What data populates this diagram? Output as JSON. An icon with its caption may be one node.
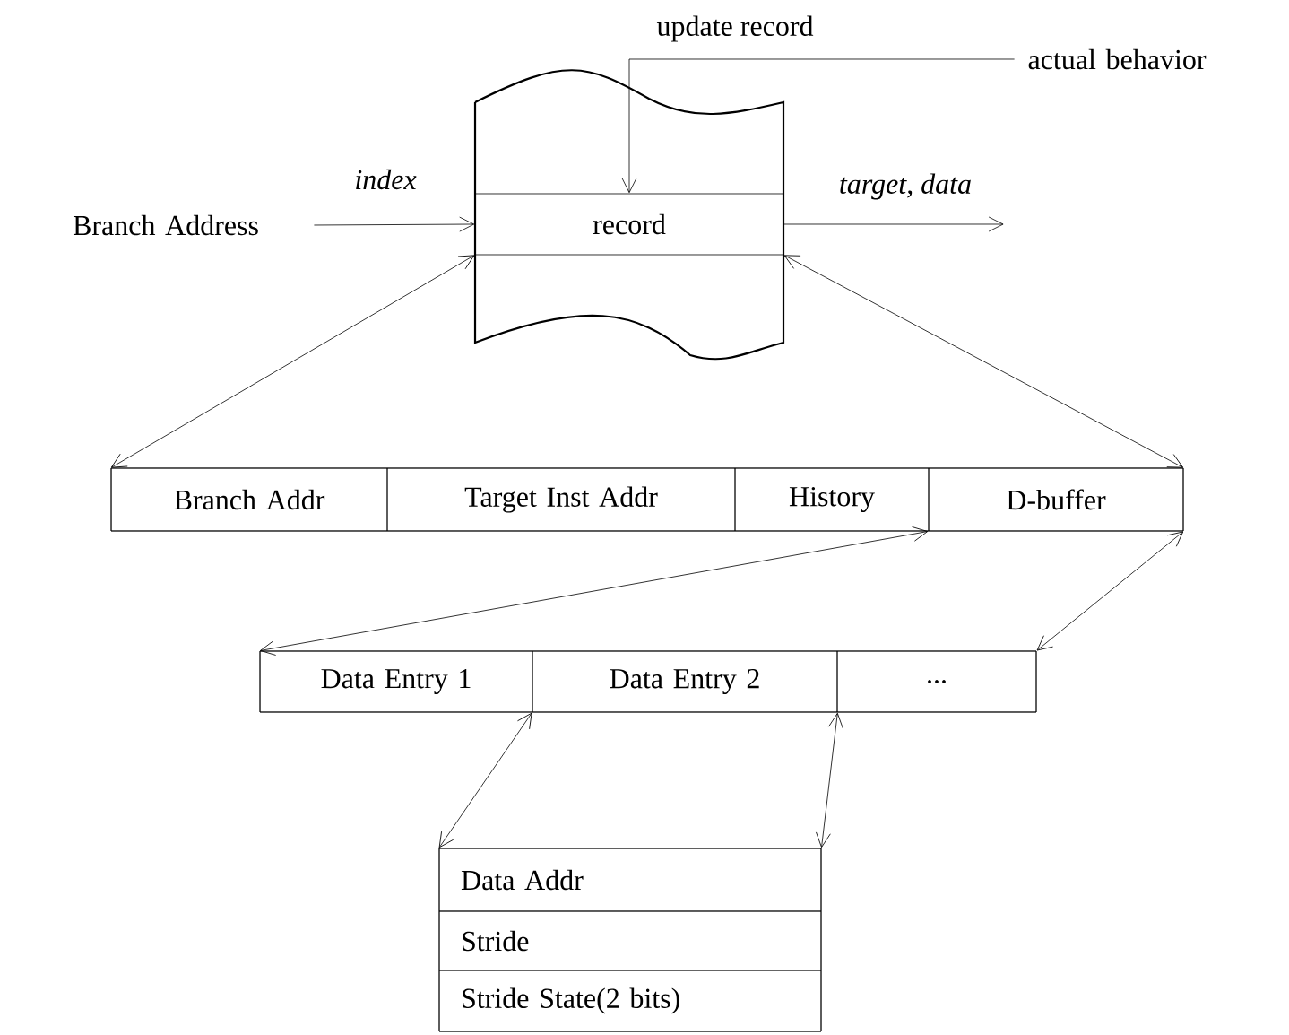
{
  "diagram": {
    "nodes": [
      {
        "text": [],
        "shape": "scroll"
      },
      {
        "text": [
          "record"
        ],
        "in": 0
      },
      {
        "text": [
          "Branch Address"
        ]
      },
      {
        "text": [
          "actual behavior"
        ]
      },
      {
        "text": [],
        "shape": "box"
      },
      {
        "text": [
          "Branch Addr"
        ],
        "in": 4
      },
      {
        "text": [
          "Target Inst Addr"
        ],
        "in": 4
      },
      {
        "text": [
          "History"
        ],
        "in": 4
      },
      {
        "text": [
          "D-buffer"
        ],
        "in": 4
      },
      {
        "text": [],
        "shape": "box"
      },
      {
        "text": [
          "Data Entry 1"
        ],
        "in": 9
      },
      {
        "text": [
          "Data Entry 2"
        ],
        "in": 9
      },
      {
        "text": [
          "..."
        ],
        "in": 9
      },
      {
        "text": [],
        "shape": "box"
      },
      {
        "text": [
          "Data Addr"
        ],
        "in": 13
      },
      {
        "text": [
          "Stride"
        ],
        "in": 13
      },
      {
        "text": [
          "Stride State(2 bits)"
        ],
        "in": 13
      }
    ],
    "edges": [
      {
        "from": 2,
        "to": 1,
        "arrow": "to",
        "label": "index"
      },
      {
        "from": 3,
        "to": 1,
        "arrow": "to",
        "label": "update record"
      },
      {
        "from": 1,
        "to": null,
        "arrow": "to",
        "label": "target, data"
      },
      {
        "from": 1,
        "to": 4,
        "arrow": "both"
      },
      {
        "from": 1,
        "to": 4,
        "arrow": "both"
      },
      {
        "from": 8,
        "to": 9,
        "arrow": "both"
      },
      {
        "from": 8,
        "to": 9,
        "arrow": "both"
      },
      {
        "from": 11,
        "to": 13,
        "arrow": "both"
      },
      {
        "from": 11,
        "to": 13,
        "arrow": "both"
      }
    ]
  }
}
